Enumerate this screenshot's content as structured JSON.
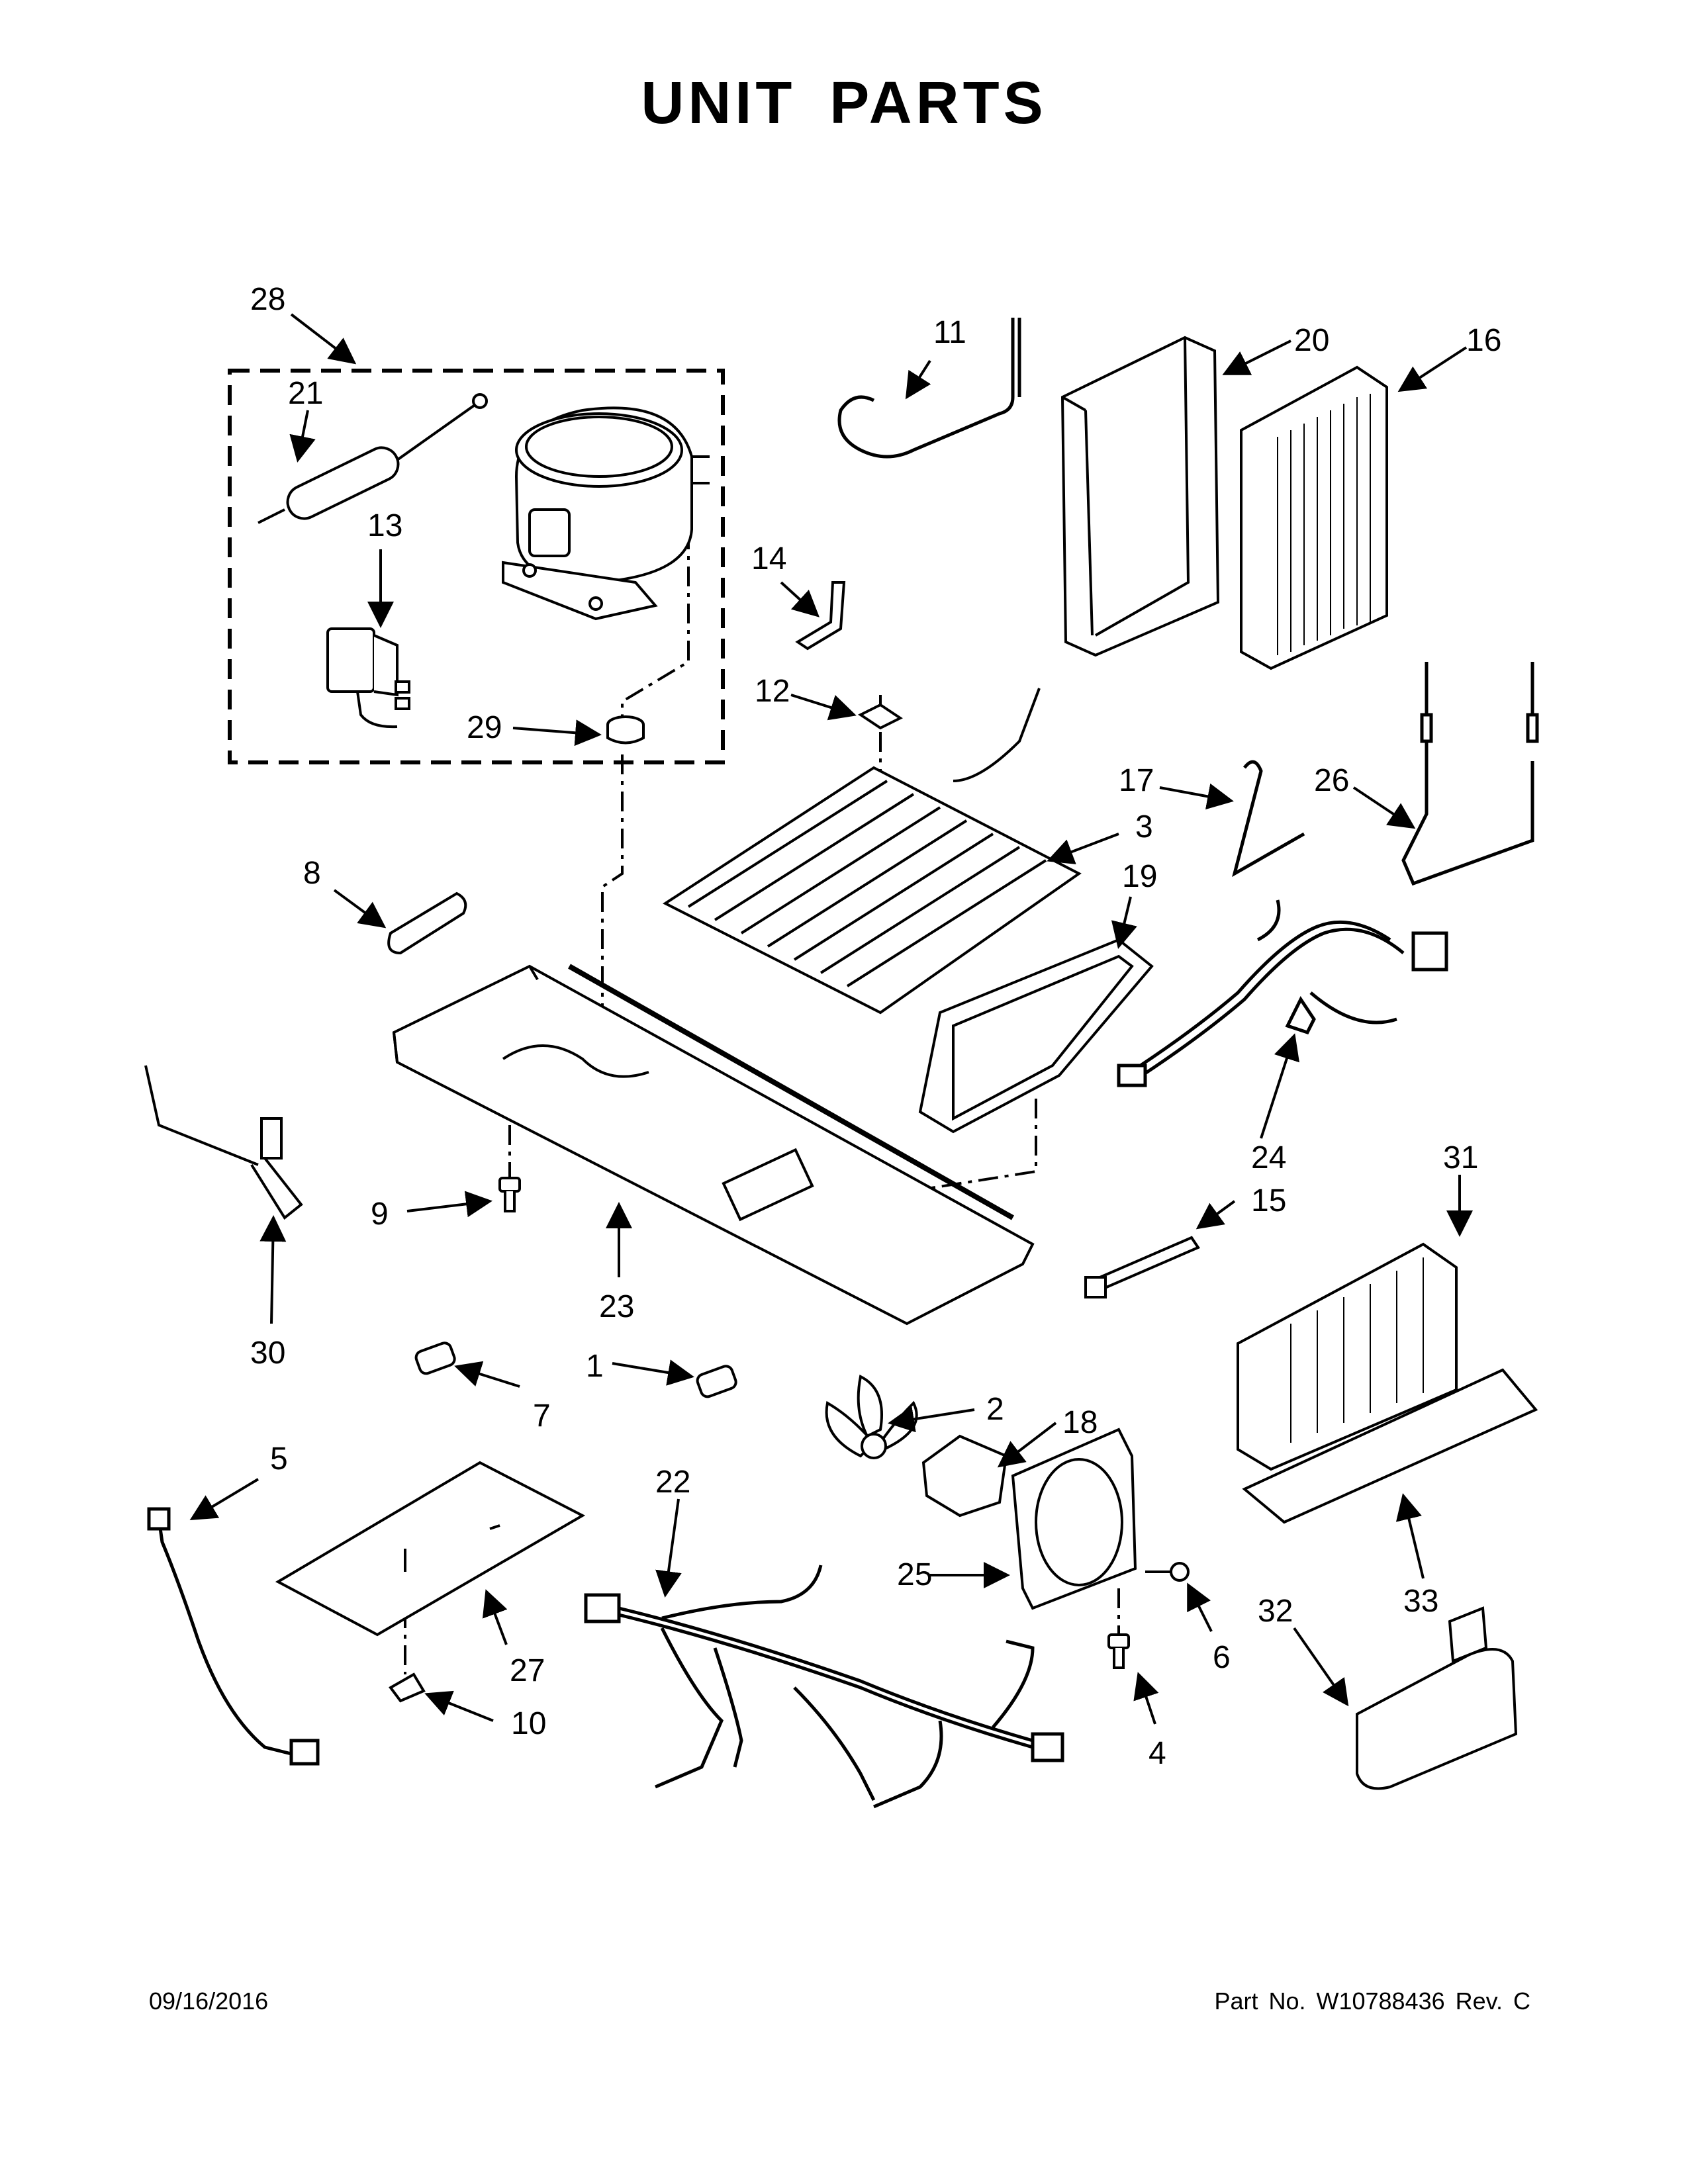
{
  "title": "UNIT PARTS",
  "callouts": {
    "p1": "1",
    "p2": "2",
    "p3": "3",
    "p4": "4",
    "p5": "5",
    "p6": "6",
    "p7": "7",
    "p8": "8",
    "p9": "9",
    "p10": "10",
    "p11": "11",
    "p12": "12",
    "p13": "13",
    "p14": "14",
    "p15": "15",
    "p16": "16",
    "p17": "17",
    "p18": "18",
    "p19": "19",
    "p20": "20",
    "p21": "21",
    "p22": "22",
    "p23": "23",
    "p24": "24",
    "p25": "25",
    "p26": "26",
    "p27": "27",
    "p28": "28",
    "p29": "29",
    "p30": "30",
    "p31": "31",
    "p32": "32",
    "p33": "33"
  },
  "footer": {
    "date": "09/16/2016",
    "part_number": "Part No.  W10788436  Rev.  C"
  }
}
